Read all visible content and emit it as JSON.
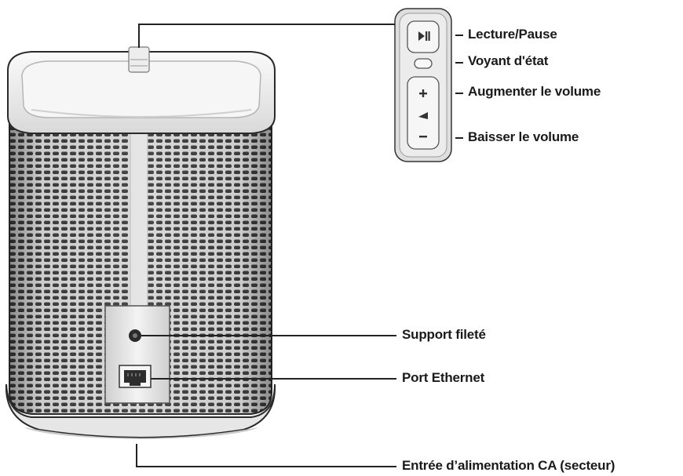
{
  "callouts": {
    "play_pause": "Lecture/Pause",
    "status_light": "Voyant d'état",
    "volume_up": "Augmenter le volume",
    "volume_down": "Baisser le volume",
    "threaded_mount": "Support fileté",
    "ethernet_port": "Port Ethernet",
    "power_input": "Entrée d’alimentation CA (secteur)"
  },
  "icons": {
    "play_pause": "play-pause-icon",
    "plus": "plus-icon",
    "minus": "minus-icon",
    "volume_wedge": "volume-wedge-icon",
    "ethernet": "ethernet-port-icon",
    "mount": "threaded-mount-icon"
  },
  "colors": {
    "outline": "#222222",
    "grille": "#5c5c5c",
    "body_light": "#e9e9e9",
    "panel": "#f1f1f1"
  }
}
